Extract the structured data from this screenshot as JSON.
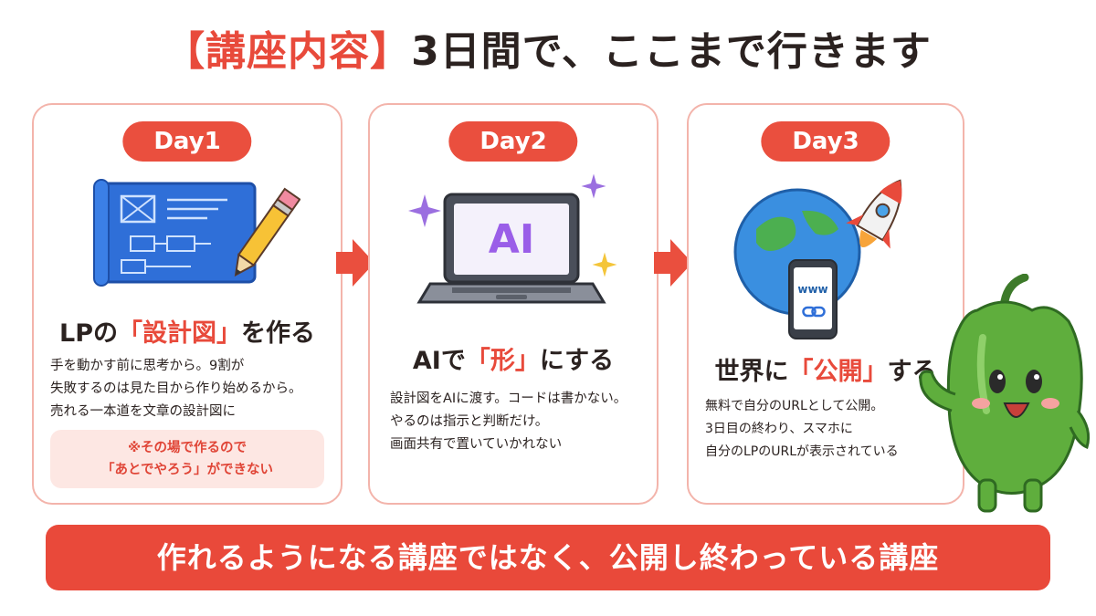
{
  "title": {
    "accent": "【講座内容】",
    "main": "3日間で、ここまで行きます"
  },
  "day1": {
    "label": "Day1",
    "heading_pre": "LPの",
    "heading_hl": "「設計図」",
    "heading_post": "を作る",
    "desc": [
      "手を動かす前に思考から。9割が",
      "失敗するのは見た目から作り始めるから。",
      "売れる一本道を文章の設計図に"
    ],
    "note": [
      "※その場で作るので",
      "「あとでやろう」ができない"
    ]
  },
  "day2": {
    "label": "Day2",
    "screen_text": "AI",
    "heading_pre": "AIで",
    "heading_hl": "「形」",
    "heading_post": "にする",
    "desc": [
      "設計図をAIに渡す。コードは書かない。",
      "やるのは指示と判断だけ。",
      "画面共有で置いていかれない"
    ]
  },
  "day3": {
    "label": "Day3",
    "phone_text": "www",
    "heading_pre": "世界に",
    "heading_hl": "「公開」",
    "heading_post": "する",
    "desc": [
      "無料で自分のURLとして公開。",
      "3日目の終わり、スマホに",
      "自分のLPのURLが表示されている"
    ]
  },
  "banner": "作れるようになる講座ではなく、公開し終わっている講座",
  "colors": {
    "accent": "#e84a3b",
    "card_border": "#f3b4ab",
    "note_bg": "#fde7e3",
    "text": "#2b2220"
  },
  "icons": [
    "blueprint-icon",
    "pencil-icon",
    "laptop-icon",
    "sparkle-icon",
    "globe-icon",
    "rocket-icon",
    "smartphone-icon",
    "link-icon",
    "arrow-right-icon",
    "pepper-mascot-icon"
  ]
}
